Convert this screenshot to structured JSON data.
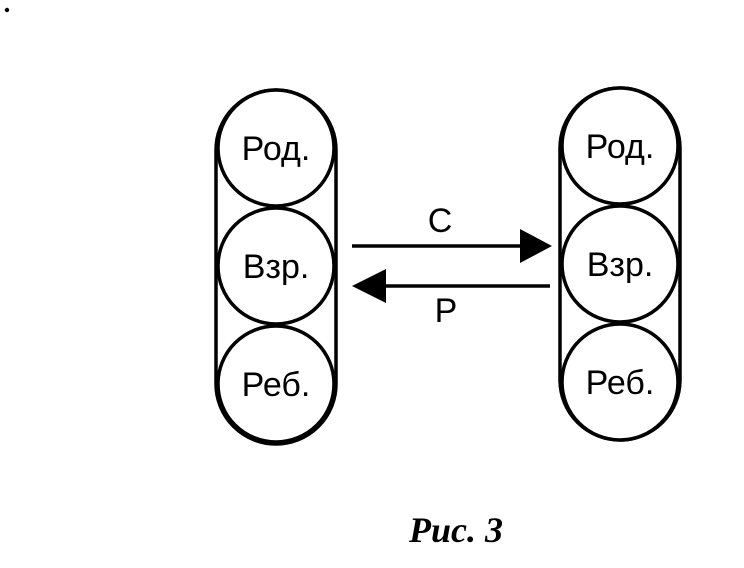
{
  "columns": [
    {
      "id": "left",
      "nodes": [
        {
          "label": "Род."
        },
        {
          "label": "Взр."
        },
        {
          "label": "Реб."
        }
      ]
    },
    {
      "id": "right",
      "nodes": [
        {
          "label": "Род."
        },
        {
          "label": "Взр."
        },
        {
          "label": "Реб."
        }
      ]
    }
  ],
  "arrows": {
    "top": {
      "label": "С",
      "direction": "right"
    },
    "bottom": {
      "label": "Р",
      "direction": "left"
    }
  },
  "caption": "Рис. 3",
  "colors": {
    "ink": "#000000",
    "paper": "#ffffff"
  }
}
